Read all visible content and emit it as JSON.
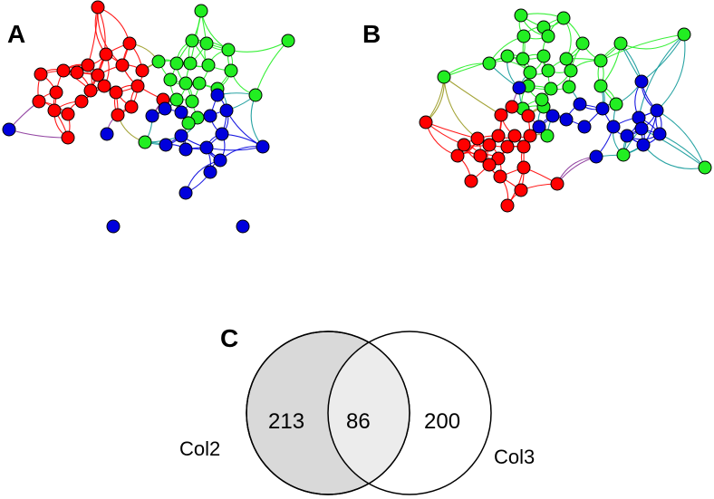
{
  "panels": {
    "a": {
      "label": "A"
    },
    "b": {
      "label": "B"
    },
    "c": {
      "label": "C"
    }
  },
  "colors": {
    "red": "#ff0000",
    "green": "#22ee22",
    "blue": "#0000dd",
    "olive": "#9a9a22",
    "teal": "#119999",
    "purple": "#883399",
    "venn_left_fill": "#d9d9d9",
    "venn_overlap_fill": "#ececec"
  },
  "venn": {
    "left_only": "213",
    "overlap": "86",
    "right_only": "200",
    "left_label": "Col2",
    "right_label": "Col3"
  }
}
